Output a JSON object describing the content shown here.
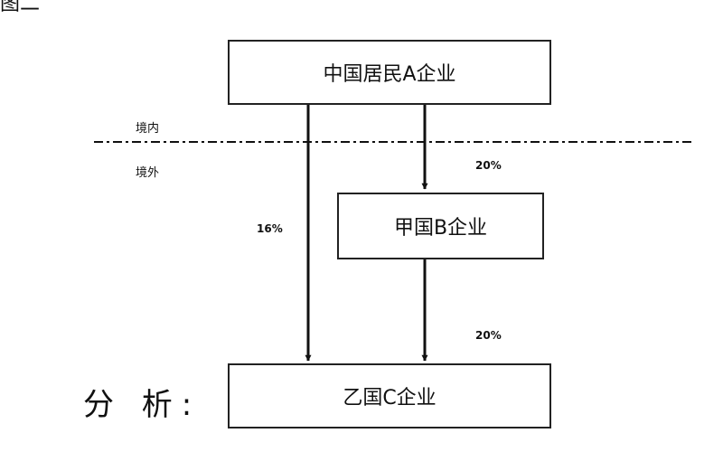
{
  "diagram": {
    "corner_title": "图二",
    "boxes": {
      "a": "中国居民A企业",
      "b": "甲国B企业",
      "c": "乙国C企业"
    },
    "border_labels": {
      "inner": "境内",
      "outer": "境外"
    },
    "edges": {
      "a_to_b": "20%",
      "a_to_c": "16%",
      "b_to_c": "20%"
    },
    "analysis_label": "分 析:"
  }
}
